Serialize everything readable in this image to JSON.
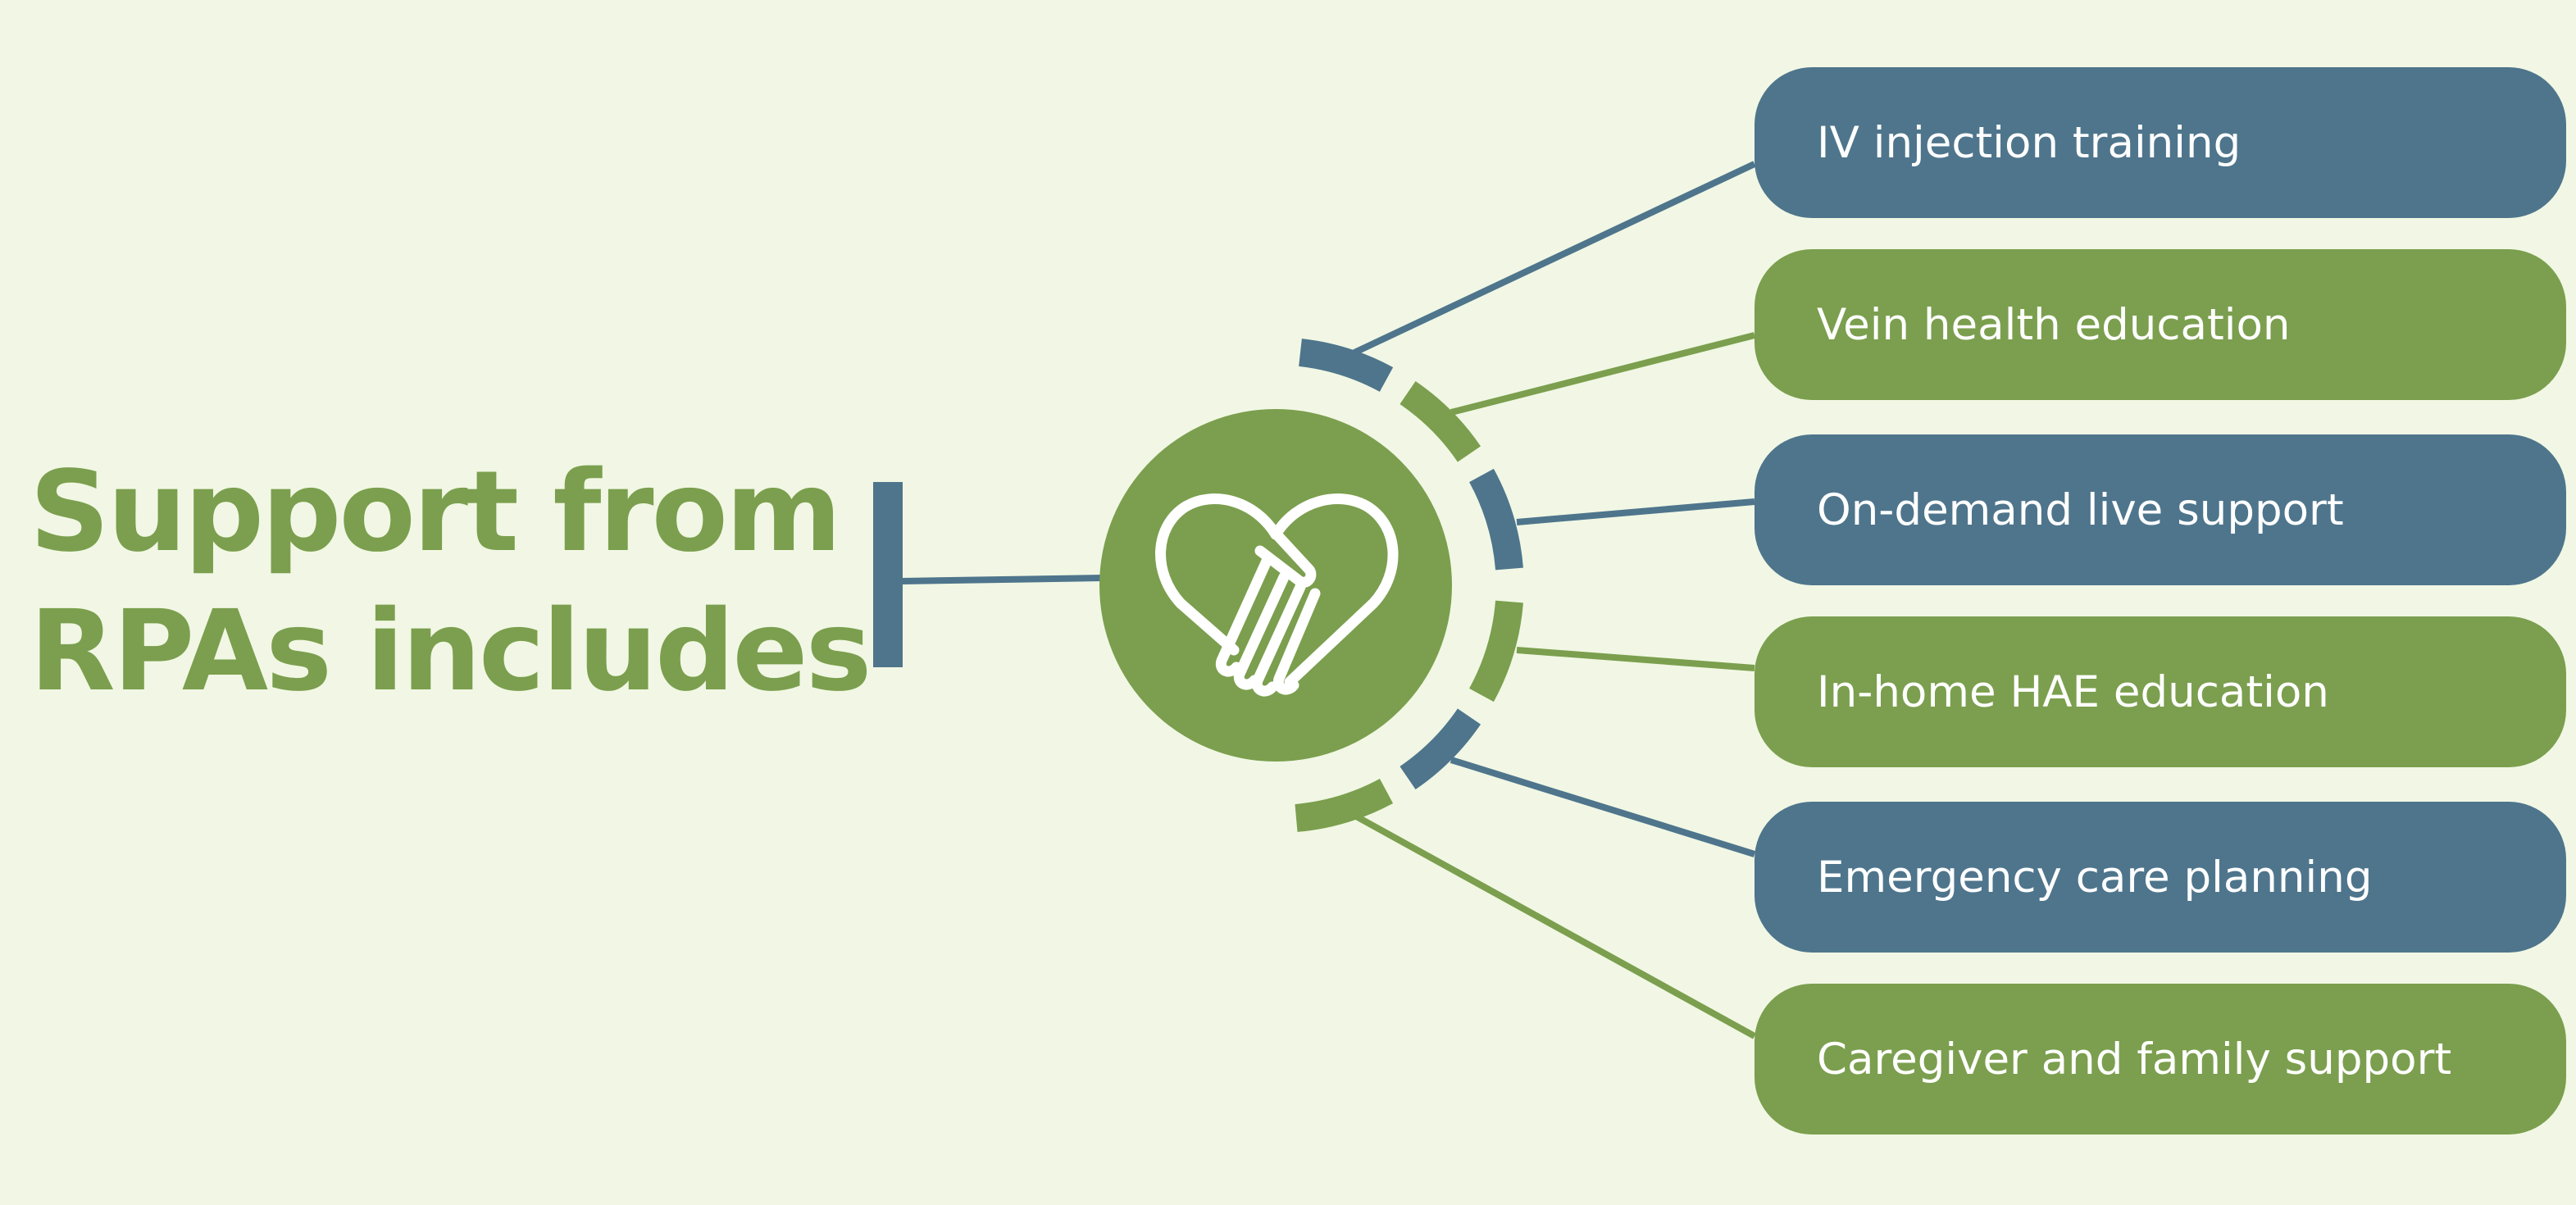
{
  "heading": {
    "line1": "Support from",
    "line2": "RPAs includes",
    "color": "#7b9f4e"
  },
  "colors": {
    "background": "#f1f7e4",
    "blue": "#4e758c",
    "green": "#7b9f4e",
    "icon_stroke": "#ffffff"
  },
  "hub": {
    "icon": "heart-handshake-icon"
  },
  "items": [
    {
      "label": "IV injection training",
      "color": "#4e758c"
    },
    {
      "label": "Vein health education",
      "color": "#7b9f4e"
    },
    {
      "label": "On-demand live support",
      "color": "#4e758c"
    },
    {
      "label": "In-home HAE education",
      "color": "#7b9f4e"
    },
    {
      "label": "Emergency care planning",
      "color": "#4e758c"
    },
    {
      "label": "Caregiver and family support",
      "color": "#7b9f4e"
    }
  ]
}
